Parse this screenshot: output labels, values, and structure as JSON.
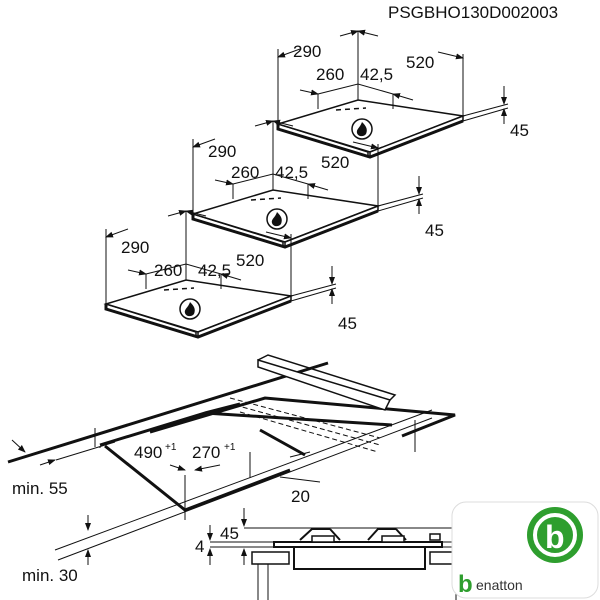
{
  "header": {
    "code": "PSGBHO130D002003"
  },
  "hobs": [
    {
      "width_total": "290",
      "width_inner": "260",
      "offset": "42,5",
      "depth": "520",
      "height": "45",
      "icon": "flame-icon"
    },
    {
      "width_total": "290",
      "width_inner": "260",
      "offset": "42,5",
      "depth": "520",
      "height": "45",
      "icon": "flame-icon"
    },
    {
      "width_total": "290",
      "width_inner": "260",
      "offset": "42,5",
      "depth": "520",
      "height": "45",
      "icon": "flame-icon"
    }
  ],
  "cutout": {
    "depth": "490",
    "depth_tol": "+1",
    "width": "270",
    "width_tol": "+1",
    "side_gap": "20",
    "front_min": "min. 55",
    "worktop_min": "min. 30"
  },
  "side_view": {
    "height": "45",
    "thickness": "4"
  },
  "logo": {
    "letter": "b",
    "text": "benatton",
    "color": "#2e9e2e"
  }
}
